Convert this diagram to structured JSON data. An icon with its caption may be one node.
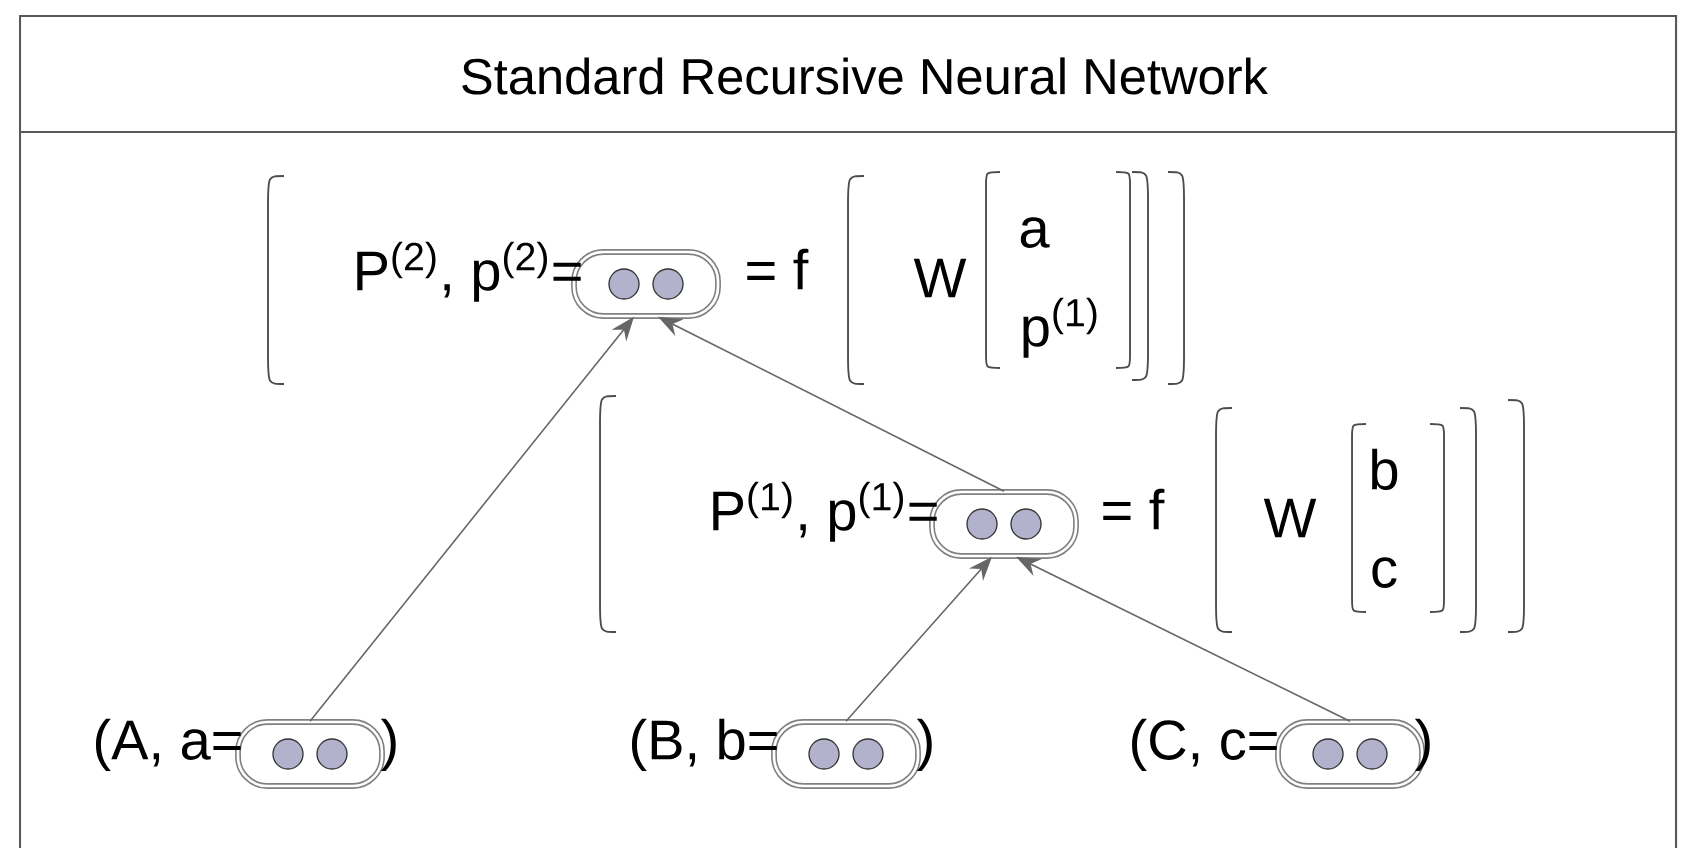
{
  "diagram": {
    "title": "Standard Recursive Neural Network",
    "nodes": [
      {
        "text": [],
        "shape": "oval",
        "beside": [
          "P$^{(2)}$, p$^{(2)}$=",
          "= f"
        ]
      },
      {
        "text": [],
        "shape": "oval",
        "beside": [
          "P$^{(1)}$, p$^{(1)}$=",
          "= f"
        ]
      },
      {
        "text": [],
        "shape": "oval",
        "beside": [
          "(A, a=",
          ")"
        ]
      },
      {
        "text": [],
        "shape": "oval",
        "beside": [
          "(B, b=",
          ")"
        ]
      },
      {
        "text": [],
        "shape": "oval",
        "beside": [
          "(C, c=",
          ")"
        ]
      }
    ],
    "edges": [
      {
        "from": 2,
        "to": 0,
        "arrow": "to"
      },
      {
        "from": 1,
        "to": 0,
        "arrow": "to"
      },
      {
        "from": 3,
        "to": 1,
        "arrow": "to"
      },
      {
        "from": 4,
        "to": 1,
        "arrow": "to"
      }
    ],
    "labels": [
      "W",
      "a",
      "p$^{(1)}$",
      "W",
      "b",
      "c"
    ]
  }
}
